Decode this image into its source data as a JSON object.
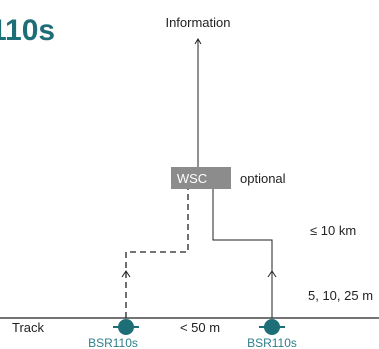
{
  "title": "110s",
  "info_label": "Information",
  "wsc": {
    "label": "WSC",
    "optional_label": "optional"
  },
  "distances": {
    "upper": "≤ 10 km",
    "lower": "5, 10, 25 m"
  },
  "track_label": "Track",
  "spacing_label": "< 50 m",
  "sensors": [
    {
      "label": "BSR110s"
    },
    {
      "label": "BSR110s"
    }
  ],
  "colors": {
    "title": "#1e6e78",
    "sensor": "#1e6e78",
    "sensor_label": "#2d7f8c",
    "wsc_box": "#8c8c8c",
    "wsc_text": "#ffffff",
    "line": "#222222",
    "text": "#222222"
  }
}
